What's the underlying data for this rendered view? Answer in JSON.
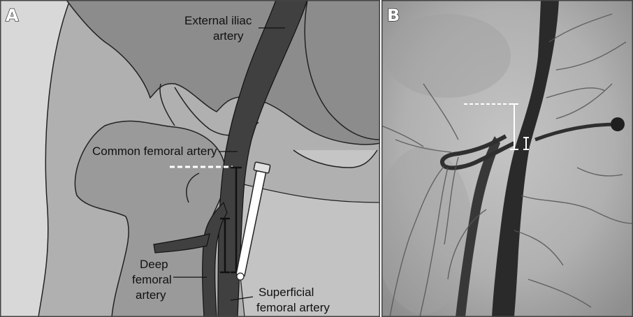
{
  "panel_a": {
    "letter": "A",
    "labels": {
      "external_iliac_line1": "External iliac",
      "external_iliac_line2": "artery",
      "common_femoral": "Common femoral artery",
      "deep_line1": "Deep",
      "deep_line2": "femoral",
      "deep_line3": "artery",
      "superficial_line1": "Superficial",
      "superficial_line2": "femoral artery"
    }
  },
  "panel_b": {
    "letter": "B"
  },
  "colors": {
    "outer_bg": "#d7d7d7",
    "pelvis": "#8f8f8f",
    "femur": "#9b9b9b",
    "artery": "#3f3f3f",
    "sheath": "#ffffff",
    "marker": "#111111",
    "angio_bg": "#b3b3b3",
    "angio_vessel": "#2b2b2b"
  }
}
